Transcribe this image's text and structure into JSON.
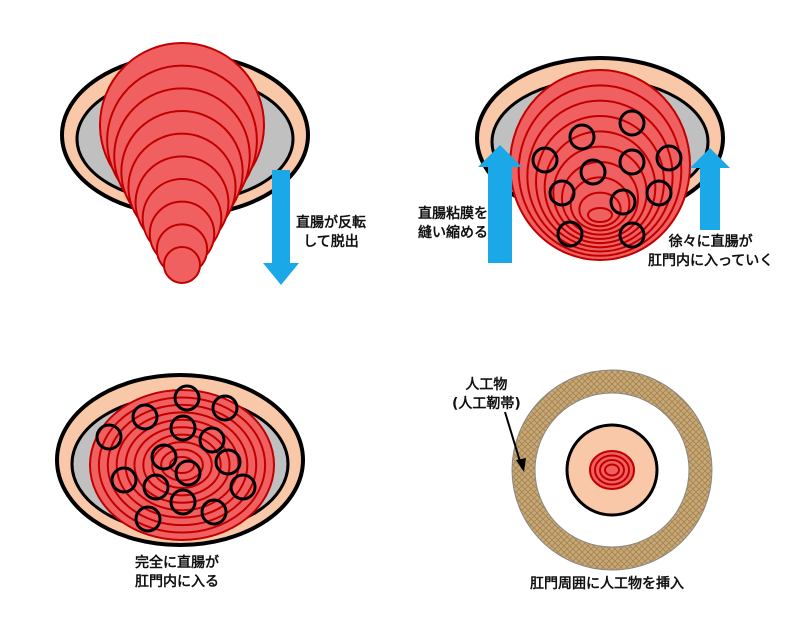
{
  "panels": [
    {
      "label_lines": [
        "直腸が反転",
        "して脱出"
      ]
    },
    {
      "label_left_lines": [
        "直腸粘膜を",
        "縫い縮める"
      ],
      "label_right_lines": [
        "徐々に直腸が",
        "肛門内に入っていく"
      ]
    },
    {
      "label_lines": [
        "完全に直腸が",
        "肛門内に入る"
      ]
    },
    {
      "material_lines": [
        "人工物",
        "(人工靭帯)"
      ],
      "label_lines": [
        "肛門周囲に人工物を挿入"
      ]
    }
  ],
  "colors": {
    "skin": "#f8c8a8",
    "gray": "#c0c0c0",
    "rectum": "#f06060",
    "ring": "#c00000",
    "arrow": "#1aa8e8",
    "implant": "#c8a87a"
  }
}
